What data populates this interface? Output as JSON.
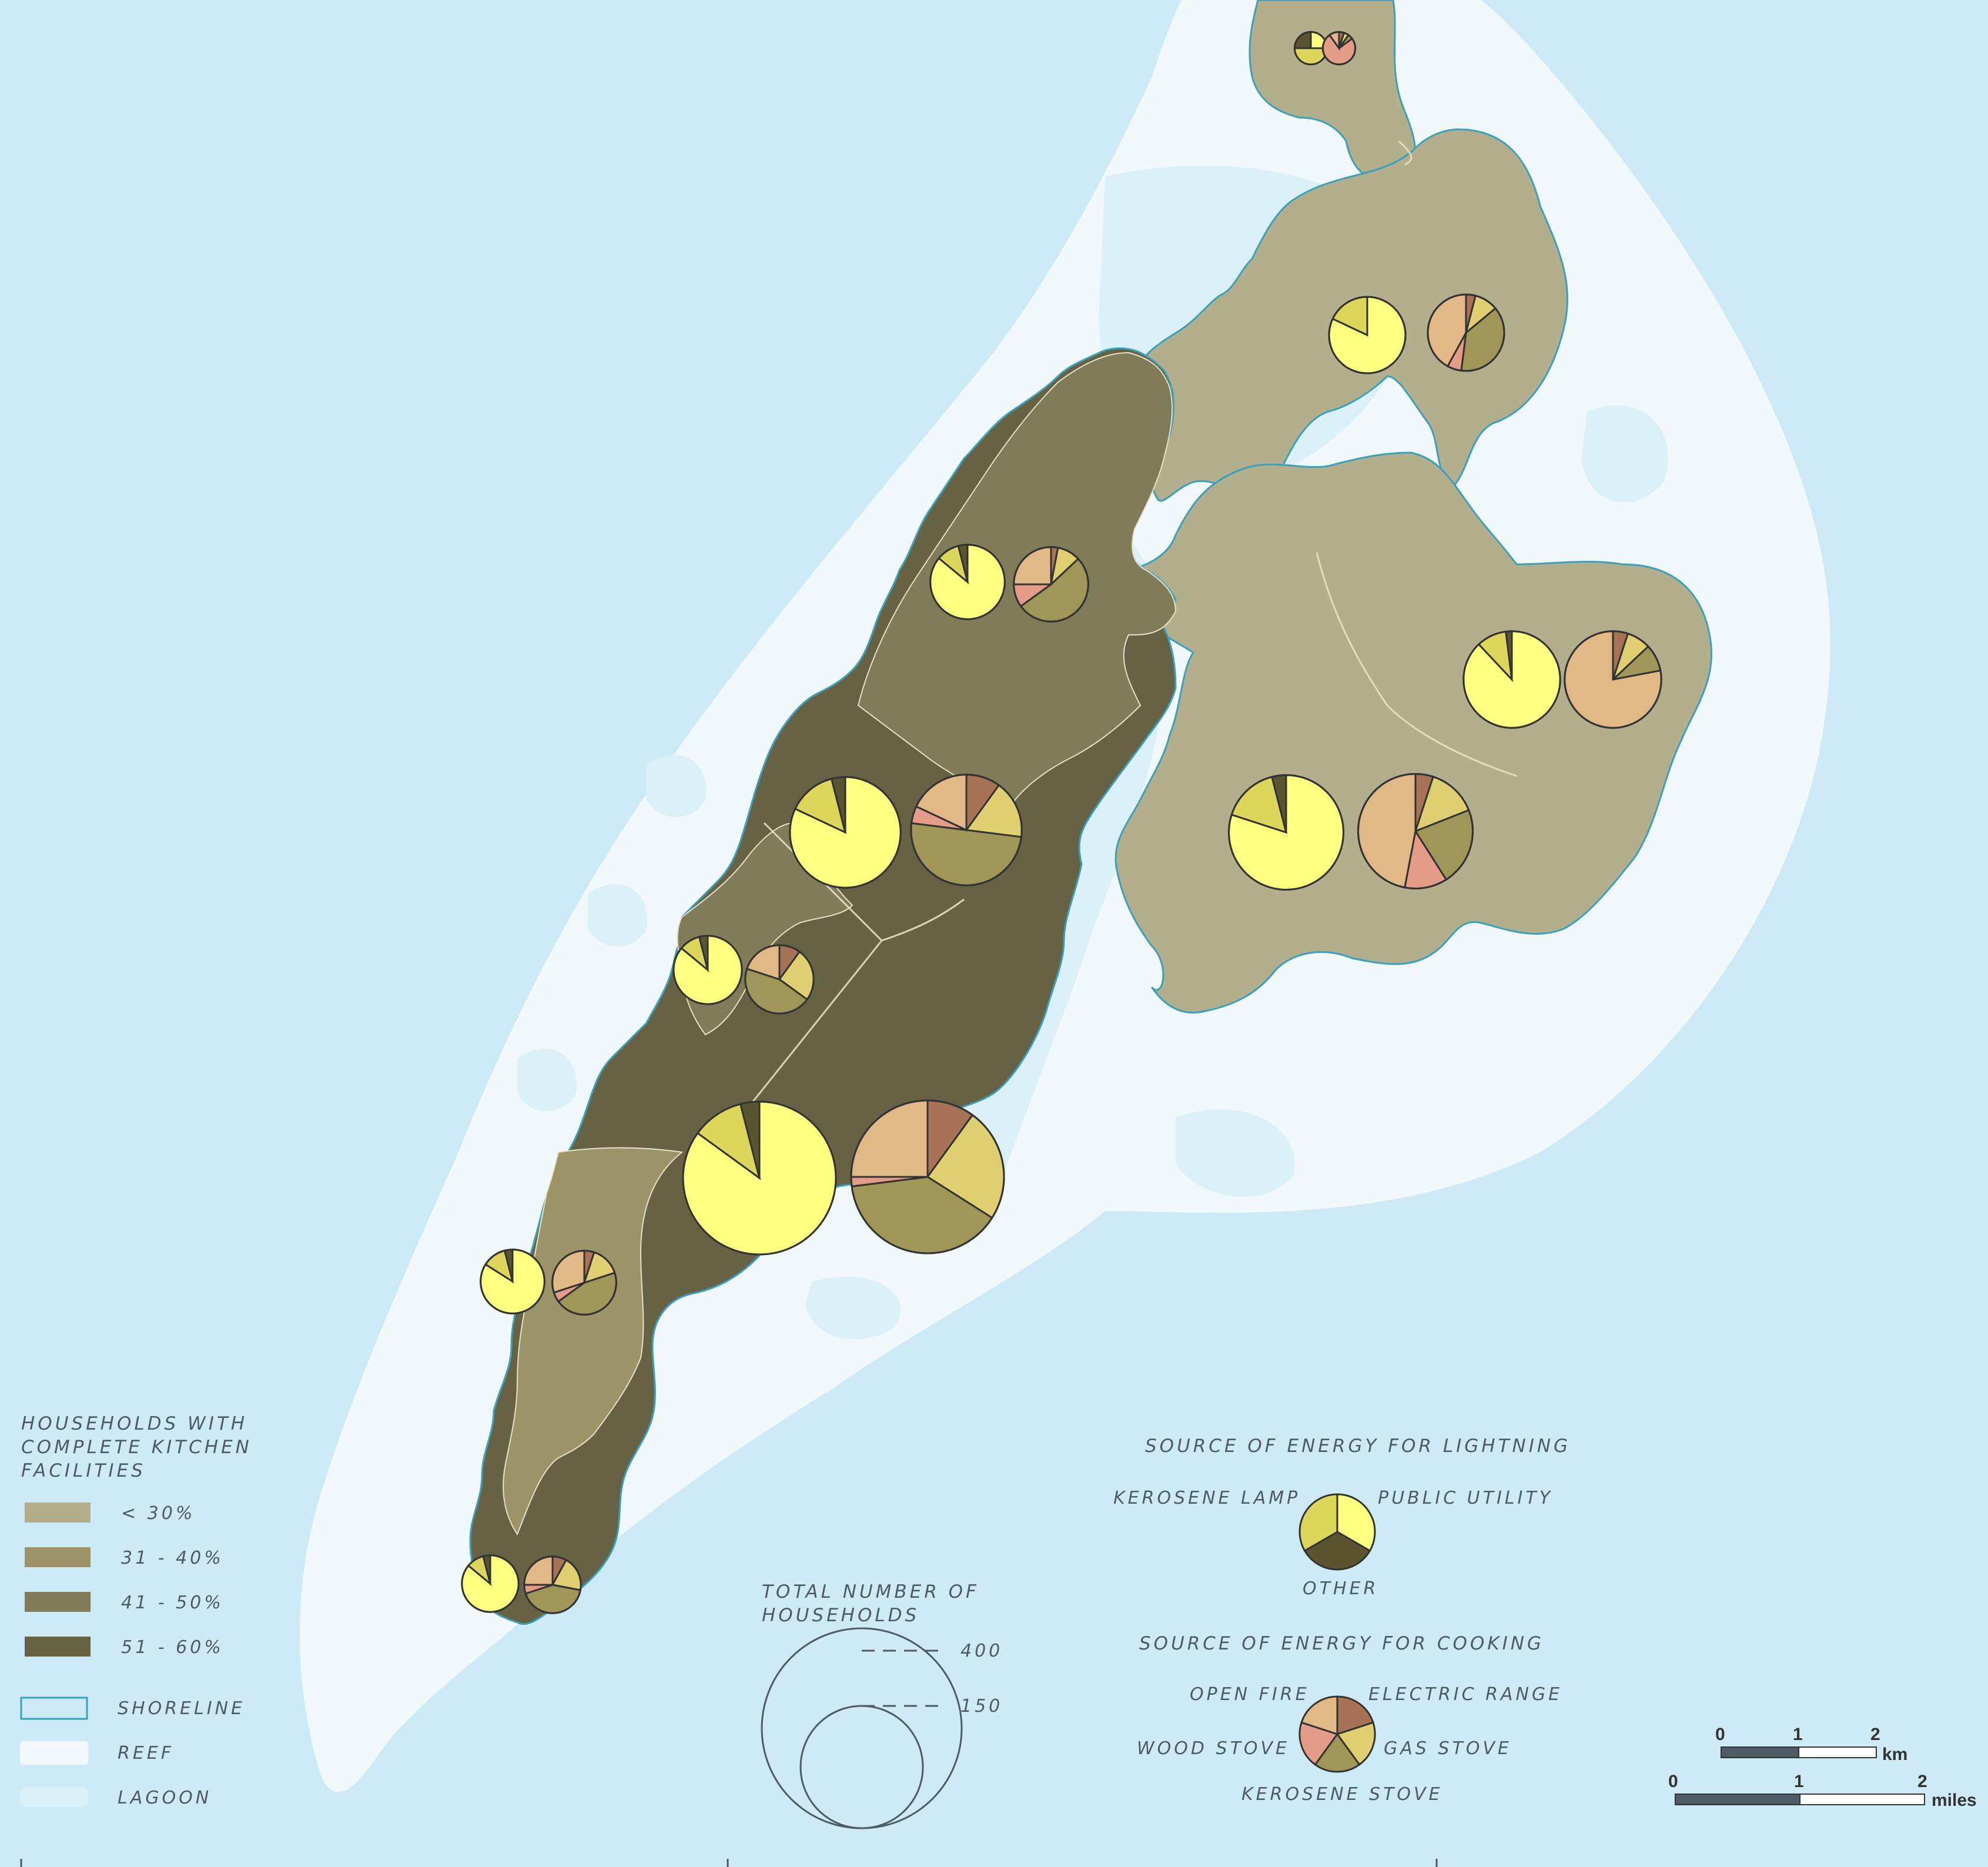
{
  "colors": {
    "ocean": "#cfeaf7",
    "reef": "#f2f9fd",
    "lagoon": "#dcf0f9",
    "shoreline": "#3aa0bf",
    "class_lt30": "#b3ae8c",
    "class_31_40": "#9c9468",
    "class_41_50": "#807b59",
    "class_51_60": "#676243",
    "lighting": {
      "kerosene_lamp": "#dcd65a",
      "public_utility": "#ffff80",
      "other": "#5a5530"
    },
    "cooking": {
      "open_fire": "#e2b887",
      "electric_range": "#a87257",
      "gas_stove": "#e0cf70",
      "kerosene_stove": "#9f9658",
      "wood_stove": "#e49b88"
    }
  },
  "legend_kitchen": {
    "title": [
      "HOUSEHOLDS WITH",
      "COMPLETE KITCHEN",
      "FACILITIES"
    ],
    "classes": [
      {
        "label": "< 30%",
        "color": "#b3ae8c"
      },
      {
        "label": "31 - 40%",
        "color": "#9c9468"
      },
      {
        "label": "41 - 50%",
        "color": "#807b59"
      },
      {
        "label": "51 - 60%",
        "color": "#676243"
      }
    ],
    "features": [
      {
        "label": "SHORELINE",
        "key": "shoreline"
      },
      {
        "label": "REEF",
        "key": "reef"
      },
      {
        "label": "LAGOON",
        "key": "lagoon"
      }
    ]
  },
  "legend_total": {
    "title": [
      "TOTAL NUMBER OF",
      "HOUSEHOLDS"
    ],
    "values": [
      "400",
      "150"
    ]
  },
  "legend_lighting": {
    "title": "SOURCE OF ENERGY FOR LIGHTNING",
    "labels": {
      "kerosene_lamp": "KEROSENE LAMP",
      "public_utility": "PUBLIC UTILITY",
      "other": "OTHER"
    }
  },
  "legend_cooking": {
    "title": "SOURCE OF ENERGY FOR COOKING",
    "labels": {
      "open_fire": "OPEN FIRE",
      "electric_range": "ELECTRIC RANGE",
      "wood_stove": "WOOD STOVE",
      "gas_stove": "GAS STOVE",
      "kerosene_stove": "KEROSENE STOVE"
    }
  },
  "scale_bar": {
    "km": {
      "ticks": [
        "0",
        "1",
        "2"
      ],
      "unit": "km"
    },
    "miles": {
      "ticks": [
        "0",
        "1",
        "2"
      ],
      "unit": "miles"
    }
  },
  "pie_groups": [
    {
      "id": "north-tip",
      "households": 18,
      "lighting": {
        "public_utility": 0.25,
        "kerosene_lamp": 0.5,
        "other": 0.25
      },
      "cooking": {
        "open_fire": 0.1,
        "electric_range": 0.05,
        "gas_stove": 0.05,
        "kerosene_stove": 0.05,
        "wood_stove": 0.75
      }
    },
    {
      "id": "northeast",
      "households": 100,
      "lighting": {
        "public_utility": 0.82,
        "kerosene_lamp": 0.18,
        "other": 0.0
      },
      "cooking": {
        "open_fire": 0.42,
        "electric_range": 0.04,
        "gas_stove": 0.1,
        "kerosene_stove": 0.38,
        "wood_stove": 0.06
      }
    },
    {
      "id": "central-west",
      "households": 95,
      "lighting": {
        "public_utility": 0.86,
        "kerosene_lamp": 0.1,
        "other": 0.04
      },
      "cooking": {
        "open_fire": 0.25,
        "electric_range": 0.03,
        "gas_stove": 0.1,
        "kerosene_stove": 0.52,
        "wood_stove": 0.1
      }
    },
    {
      "id": "east",
      "households": 160,
      "lighting": {
        "public_utility": 0.88,
        "kerosene_lamp": 0.1,
        "other": 0.02
      },
      "cooking": {
        "open_fire": 0.78,
        "electric_range": 0.05,
        "gas_stove": 0.08,
        "kerosene_stove": 0.09,
        "wood_stove": 0.0
      }
    },
    {
      "id": "west-central",
      "households": 210,
      "lighting": {
        "public_utility": 0.82,
        "kerosene_lamp": 0.14,
        "other": 0.04
      },
      "cooking": {
        "open_fire": 0.18,
        "electric_range": 0.1,
        "gas_stove": 0.17,
        "kerosene_stove": 0.5,
        "wood_stove": 0.05
      }
    },
    {
      "id": "east-central",
      "households": 225,
      "lighting": {
        "public_utility": 0.8,
        "kerosene_lamp": 0.16,
        "other": 0.04
      },
      "cooking": {
        "open_fire": 0.47,
        "electric_range": 0.05,
        "gas_stove": 0.14,
        "kerosene_stove": 0.22,
        "wood_stove": 0.12
      }
    },
    {
      "id": "west",
      "households": 80,
      "lighting": {
        "public_utility": 0.86,
        "kerosene_lamp": 0.1,
        "other": 0.04
      },
      "cooking": {
        "open_fire": 0.2,
        "electric_range": 0.1,
        "gas_stove": 0.25,
        "kerosene_stove": 0.45,
        "wood_stove": 0.0
      }
    },
    {
      "id": "south-central",
      "households": 400,
      "lighting": {
        "public_utility": 0.85,
        "kerosene_lamp": 0.11,
        "other": 0.04
      },
      "cooking": {
        "open_fire": 0.25,
        "electric_range": 0.1,
        "gas_stove": 0.24,
        "kerosene_stove": 0.39,
        "wood_stove": 0.02
      }
    },
    {
      "id": "southwest",
      "households": 70,
      "lighting": {
        "public_utility": 0.84,
        "kerosene_lamp": 0.12,
        "other": 0.04
      },
      "cooking": {
        "open_fire": 0.3,
        "electric_range": 0.05,
        "gas_stove": 0.15,
        "kerosene_stove": 0.45,
        "wood_stove": 0.05
      }
    },
    {
      "id": "south-tip",
      "households": 55,
      "lighting": {
        "public_utility": 0.86,
        "kerosene_lamp": 0.1,
        "other": 0.04
      },
      "cooking": {
        "open_fire": 0.25,
        "electric_range": 0.08,
        "gas_stove": 0.2,
        "kerosene_stove": 0.42,
        "wood_stove": 0.05
      }
    }
  ]
}
